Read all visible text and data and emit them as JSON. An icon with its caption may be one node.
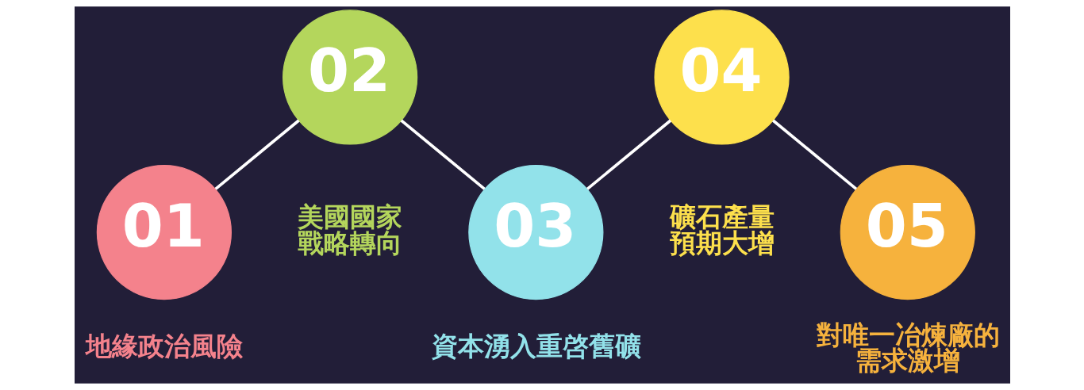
{
  "diagram": {
    "nodes": [
      {
        "text": [
          "01"
        ],
        "beside": [
          "地緣政治風險"
        ]
      },
      {
        "text": [
          "02"
        ],
        "beside": [
          "美國國家戰略轉向"
        ]
      },
      {
        "text": [
          "03"
        ],
        "beside": [
          "資本湧入重啓舊礦"
        ]
      },
      {
        "text": [
          "04"
        ],
        "beside": [
          "礦石產量預期大增"
        ]
      },
      {
        "text": [
          "05"
        ],
        "beside": [
          "對唯一冶煉廠的需求激增"
        ]
      }
    ],
    "edges": [
      {
        "from": 0,
        "to": 1,
        "arrow": "none"
      },
      {
        "from": 1,
        "to": 2,
        "arrow": "none"
      },
      {
        "from": 2,
        "to": 3,
        "arrow": "none"
      },
      {
        "from": 3,
        "to": 4,
        "arrow": "none"
      }
    ]
  }
}
